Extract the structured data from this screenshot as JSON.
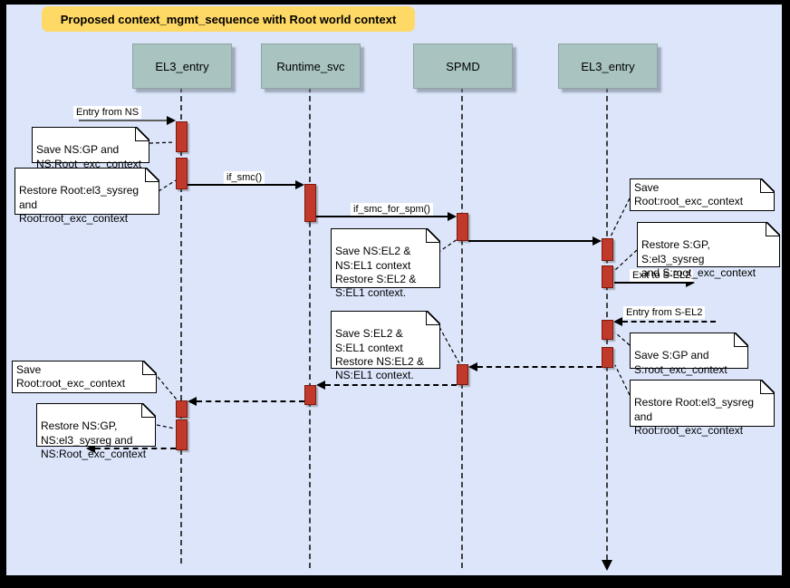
{
  "diagram": {
    "title": "Proposed context_mgmt_sequence with Root world context",
    "lifelines": [
      {
        "label": "EL3_entry"
      },
      {
        "label": "Runtime_svc"
      },
      {
        "label": "SPMD"
      },
      {
        "label": "EL3_entry"
      }
    ],
    "messages": {
      "entry_from_ns": "Entry from NS",
      "if_smc": "if_smc()",
      "if_smc_for_spm": "if_smc_for_spm()",
      "exit_to_s_el2": "Exit to S-EL2",
      "entry_from_s_el2": "Entry from S-EL2"
    },
    "notes": {
      "save_ns_gp": "Save NS:GP and\nNS:Root_exc_context",
      "restore_root_left_top": "Restore Root:el3_sysreg\nand\nRoot:root_exc_context",
      "save_ns_el2": "Save NS:EL2 &\nNS:EL1 context\nRestore S:EL2 &\nS:EL1 context.",
      "save_root_right": "Save Root:root_exc_context",
      "restore_s_gp": "Restore S:GP, S:el3_sysreg\nand S:root_exc_context",
      "save_s_el2": "Save S:EL2 &\nS:EL1 context\nRestore NS:EL2 &\nNS:EL1 context.",
      "save_s_gp": "Save S:GP and\nS:root_exc_context",
      "restore_root_right": "Restore Root:el3_sysreg\nand\nRoot:root_exc_context",
      "save_root_left": "Save Root:root_exc_context",
      "restore_ns_gp": "Restore NS:GP,\nNS:el3_sysreg and\nNS:Root_exc_context"
    },
    "colors": {
      "canvas_bg": "#dce5fa",
      "title_bg": "#ffd966",
      "lifeline_header_bg": "#a9c4c0",
      "activation_fill": "#c0392b",
      "note_fill": "#ffffff"
    }
  }
}
